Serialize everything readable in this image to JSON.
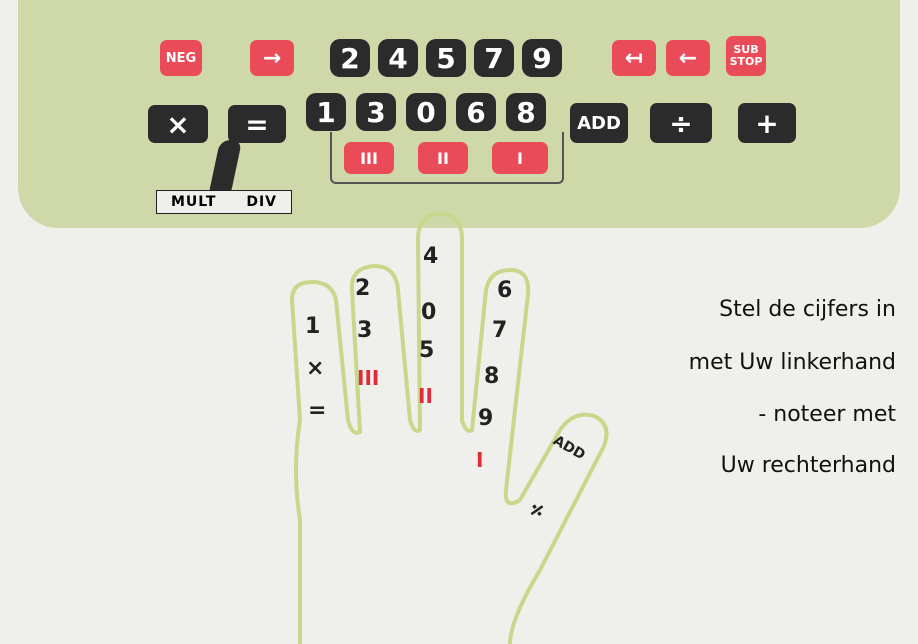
{
  "keypad": {
    "row1": {
      "neg": "NEG",
      "arrow_right": "→",
      "digits": [
        "2",
        "4",
        "5",
        "7",
        "9"
      ],
      "arrow_left_short": "↤",
      "arrow_left": "←",
      "sub": "SUB",
      "stop": "STOP"
    },
    "row2": {
      "mult": "×",
      "equals": "=",
      "digits": [
        "1",
        "3",
        "0",
        "6",
        "8"
      ],
      "add": "ADD",
      "divide": "÷",
      "plus": "+"
    },
    "group_keys": [
      "III",
      "II",
      "I"
    ],
    "switch": {
      "mult": "MULT",
      "div": "DIV"
    }
  },
  "hand": {
    "pinky": [
      "1",
      "×",
      "="
    ],
    "ring": [
      "2",
      "3",
      "III"
    ],
    "middle": [
      "4",
      "0",
      "5",
      "II"
    ],
    "index": [
      "6",
      "7",
      "8",
      "9",
      "I"
    ],
    "thumb": [
      "ADD",
      "÷"
    ]
  },
  "caption": {
    "line1": "Stel de cijfers in",
    "line2": "met Uw linkerhand",
    "line3": "- noteer met",
    "line4": "Uw rechterhand"
  },
  "colors": {
    "panel": "#cfd8a8",
    "red_key": "#e94b59",
    "dark_key": "#2b2b2b",
    "hand_outline": "#c8d88a"
  }
}
